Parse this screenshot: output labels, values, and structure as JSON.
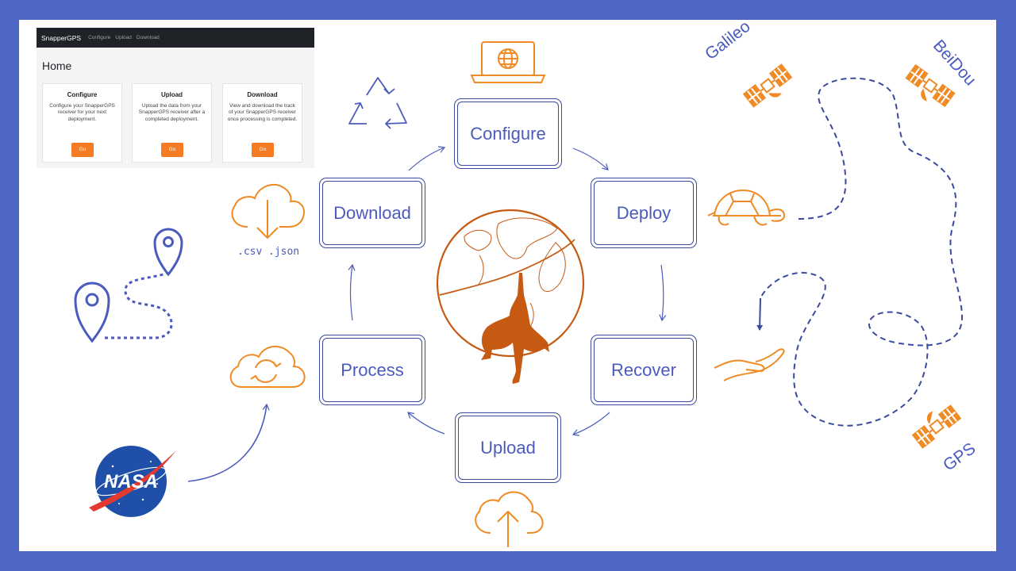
{
  "app": {
    "brand": "SnapperGPS",
    "nav": [
      "Configure",
      "Upload",
      "Download"
    ],
    "page_title": "Home",
    "cards": [
      {
        "title": "Configure",
        "desc": "Configure your SnapperGPS receiver for your next deployment.",
        "button": "Go"
      },
      {
        "title": "Upload",
        "desc": "Upload the data from your SnapperGPS receiver after a completed deployment.",
        "button": "Go"
      },
      {
        "title": "Download",
        "desc": "View and download the track of your SnapperGPS receiver once processing is completed.",
        "button": "Go"
      }
    ]
  },
  "steps": {
    "configure": "Configure",
    "deploy": "Deploy",
    "recover": "Recover",
    "upload": "Upload",
    "process": "Process",
    "download": "Download"
  },
  "formats": [
    ".csv",
    ".json"
  ],
  "constellations": {
    "galileo": "Galileo",
    "beidou": "BeiDou",
    "gps": "GPS"
  },
  "nasa_logo": "NASA",
  "colors": {
    "frame": "#4f68c8",
    "blue": "#4a5bbd",
    "orange": "#f08a24",
    "dark_orange": "#c65a12",
    "nav": "#1f2226"
  }
}
